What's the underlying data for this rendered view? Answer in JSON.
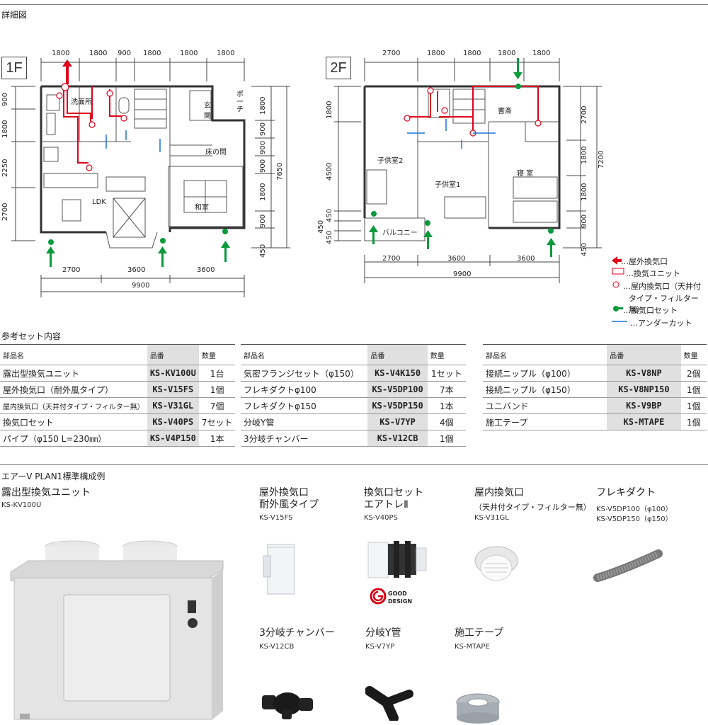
{
  "header": {
    "title": "詳細図"
  },
  "floor1": {
    "label": "1F",
    "top_dims": [
      "1800",
      "1800",
      "900",
      "1800",
      "1800",
      "1800"
    ],
    "bottom_dims": [
      "2700",
      "3600",
      "3600"
    ],
    "total": "9900",
    "left_dims": [
      "900",
      "1800",
      "2250",
      "2700"
    ],
    "right_dims": [
      "1800",
      "900",
      "900",
      "900",
      "1800",
      "900",
      "450"
    ],
    "right_total": "7650",
    "rooms": {
      "wash": "洗面所",
      "entry": "玄関",
      "porch": "ポーチ",
      "tokonoma": "床の間",
      "ldk": "LDK",
      "washitsu": "和室"
    }
  },
  "floor2": {
    "label": "2F",
    "top_dims": [
      "2700",
      "1800",
      "1800",
      "1800",
      "1800"
    ],
    "bottom_dims": [
      "2700",
      "3600",
      "3600"
    ],
    "total": "9900",
    "left_dims": [
      "1800",
      "4500",
      "450",
      "450",
      "450"
    ],
    "right_dims": [
      "2700",
      "1800",
      "1800",
      "900",
      "450"
    ],
    "right_total": "7200",
    "rooms": {
      "study": "書斎",
      "child2": "子供室2",
      "child1": "子供室1",
      "bedroom": "寝 室",
      "balcony": "バルコニー"
    }
  },
  "legend": [
    {
      "label": "…屋外換気口"
    },
    {
      "label": "…換気ユニット"
    },
    {
      "label": "…屋内換気口（天井付"
    },
    {
      "label": "タイプ・フィルター無）"
    },
    {
      "label": "…換気口セット"
    },
    {
      "label": "…アンダーカット"
    }
  ],
  "ref": {
    "title": "参考セット内容",
    "headers": {
      "name": "部品名",
      "part": "品番",
      "qty": "数量"
    },
    "table1": [
      {
        "name": "露出型換気ユニット",
        "part": "KS-KV100U",
        "qty": "1台"
      },
      {
        "name": "屋外換気口（耐外風タイプ）",
        "part": "KS-V15FS",
        "qty": "1個"
      },
      {
        "name": "屋内換気口（天井付タイプ・フィルター無）",
        "part": "KS-V31GL",
        "qty": "7個"
      },
      {
        "name": "換気口セット",
        "part": "KS-V40PS",
        "qty": "7セット"
      },
      {
        "name": "パイプ（φ150 L=230㎜）",
        "part": "KS-V4P150",
        "qty": "1本"
      }
    ],
    "table2": [
      {
        "name": "気密フランジセット（φ150）",
        "part": "KS-V4K150",
        "qty": "1セット"
      },
      {
        "name": "フレキダクトφ100",
        "part": "KS-V5DP100",
        "qty": "7本"
      },
      {
        "name": "フレキダクトφ150",
        "part": "KS-V5DP150",
        "qty": "1本"
      },
      {
        "name": "分岐Y管",
        "part": "KS-V7YP",
        "qty": "4個"
      },
      {
        "name": "3分岐チャンバー",
        "part": "KS-V12CB",
        "qty": "1個"
      }
    ],
    "table3": [
      {
        "name": "接続ニップル（φ100）",
        "part": "KS-V8NP",
        "qty": "2個"
      },
      {
        "name": "接続ニップル（φ150）",
        "part": "KS-V8NP150",
        "qty": "1個"
      },
      {
        "name": "ユニバンド",
        "part": "KS-V9BP",
        "qty": "1個"
      },
      {
        "name": "施工テープ",
        "part": "KS-MTAPE",
        "qty": "1個"
      }
    ]
  },
  "plan": {
    "title": "エアーV PLAN1標準構成例",
    "main": {
      "name": "露出型換気ユニット",
      "code": "KS-KV100U"
    },
    "p1": {
      "name1": "屋外換気口",
      "name2": "耐外風タイプ",
      "code": "KS-V15FS"
    },
    "p2": {
      "name1": "換気口セット",
      "name2": "エアトレⅡ",
      "code": "KS-V40PS",
      "badge1": "GOOD",
      "badge2": "DESIGN"
    },
    "p3": {
      "name1": "屋内換気口",
      "sub": "（天井付タイプ・フィルター無）",
      "code": "KS-V31GL"
    },
    "p4": {
      "name1": "フレキダクト",
      "code1": "KS-V5DP100（φ100）",
      "code2": "KS-V5DP150（φ150）"
    },
    "p5": {
      "name1": "3分岐チャンバー",
      "code": "KS-V12CB"
    },
    "p6": {
      "name1": "分岐Y管",
      "code": "KS-V7YP"
    },
    "p7": {
      "name1": "施工テープ",
      "code": "KS-MTAPE"
    }
  },
  "colors": {
    "duct": "#e0001b",
    "green": "#0a9a3c",
    "blue": "#1a73d8"
  }
}
